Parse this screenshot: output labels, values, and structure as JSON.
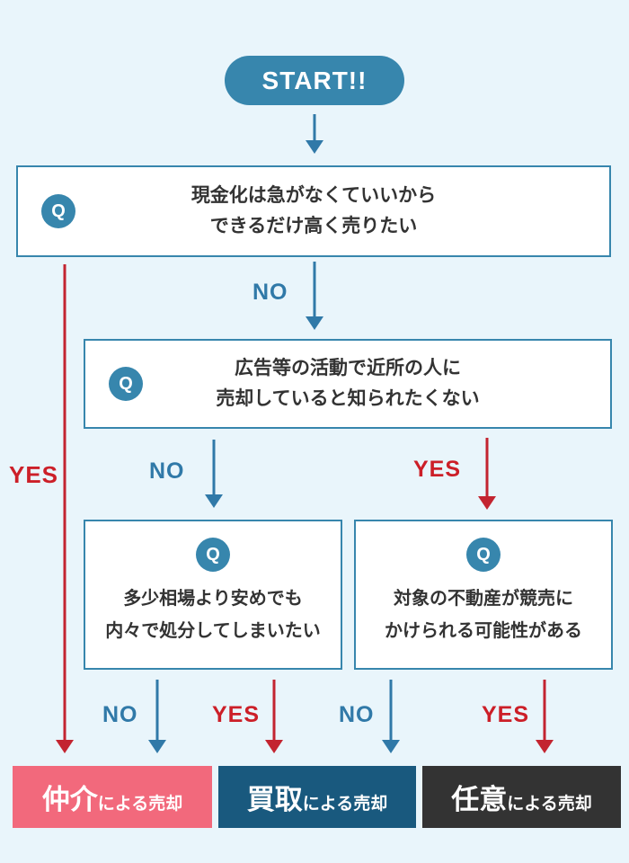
{
  "colors": {
    "background": "#e9f5fb",
    "node_blue": "#3786ad",
    "arrow_blue": "#3079a8",
    "arrow_red": "#c32430",
    "label_no": "#3079a8",
    "label_yes": "#cc1f28",
    "box_border": "#3786ad",
    "question_text": "#333333",
    "result_pink": "#f2697c",
    "result_navy": "#19597e",
    "result_dark": "#333333"
  },
  "start": {
    "label": "START!!"
  },
  "questions": [
    {
      "badge": "Q",
      "line1": "現金化は急がなくていいから",
      "line2": "できるだけ高く売りたい"
    },
    {
      "badge": "Q",
      "line1": "広告等の活動で近所の人に",
      "line2": "売却していると知られたくない"
    },
    {
      "badge": "Q",
      "line1": "多少相場より安めでも",
      "line2": "内々で処分してしまいたい"
    },
    {
      "badge": "Q",
      "line1": "対象の不動産が競売に",
      "line2": "かけられる可能性がある"
    }
  ],
  "branch_labels": {
    "q1_no": "NO",
    "q1_yes": "YES",
    "q2_no": "NO",
    "q2_yes": "YES",
    "q3_no": "NO",
    "q3_yes": "YES",
    "q4_no": "NO",
    "q4_yes": "YES"
  },
  "results": [
    {
      "emphasis": "仲介",
      "suffix": "による売却"
    },
    {
      "emphasis": "買取",
      "suffix": "による売却"
    },
    {
      "emphasis": "任意",
      "suffix": "による売却"
    }
  ]
}
